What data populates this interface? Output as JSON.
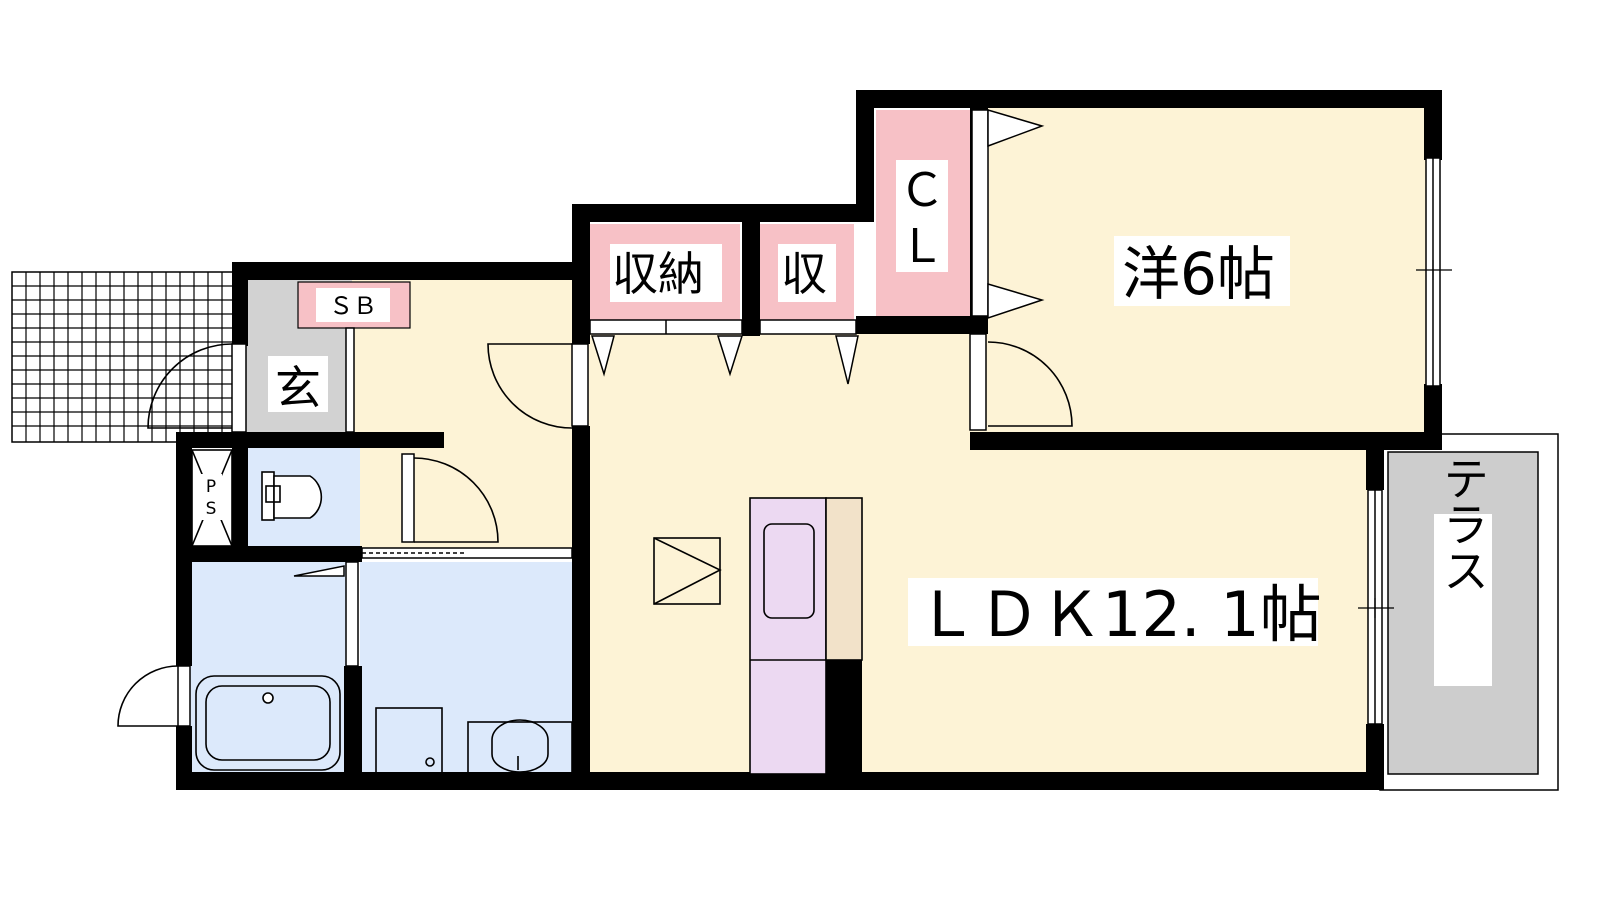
{
  "rooms": {
    "western_room": "洋6帖",
    "ldk": "ＬＤＫ12. 1帖",
    "terrace": "テラス",
    "storage": "収納",
    "storage_small": "収",
    "closet_c": "Ｃ",
    "closet_l": "Ｌ",
    "shoe_box": "ＳＢ",
    "entrance": "玄",
    "pipe_space_p": "P",
    "pipe_space_s": "S"
  },
  "colors": {
    "wall": "#000000",
    "living_floor": "#fdf3d6",
    "entrance_floor": "#d2d2d2",
    "wet_area": "#dce9fb",
    "storage": "#f7c1c6",
    "terrace": "#cdcdcd",
    "kitchen": "#ecd9f2",
    "counter": "#f2e2c9"
  }
}
